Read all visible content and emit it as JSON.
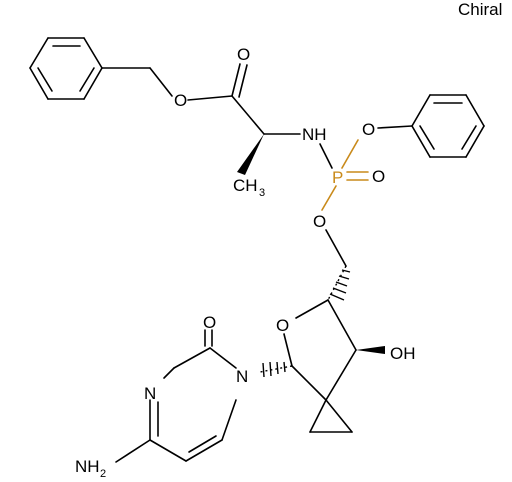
{
  "flag": "Chiral",
  "atoms": {
    "o_carbonyl_ester": "O",
    "o_ester": "O",
    "nh": "NH",
    "ch3": "CH",
    "ch3_sub": "3",
    "p": "P",
    "o_phenoxy": "O",
    "o_phosphoryl": "O",
    "o_link": "O",
    "o_ring": "O",
    "oh": "OH",
    "o_cytosine": "O",
    "n_cytosine_1": "N",
    "n_cytosine_3": "N",
    "nh2": "NH",
    "nh2_sub": "2"
  },
  "colors": {
    "bond": "#000000",
    "phosphorus": "#c98a1a"
  }
}
